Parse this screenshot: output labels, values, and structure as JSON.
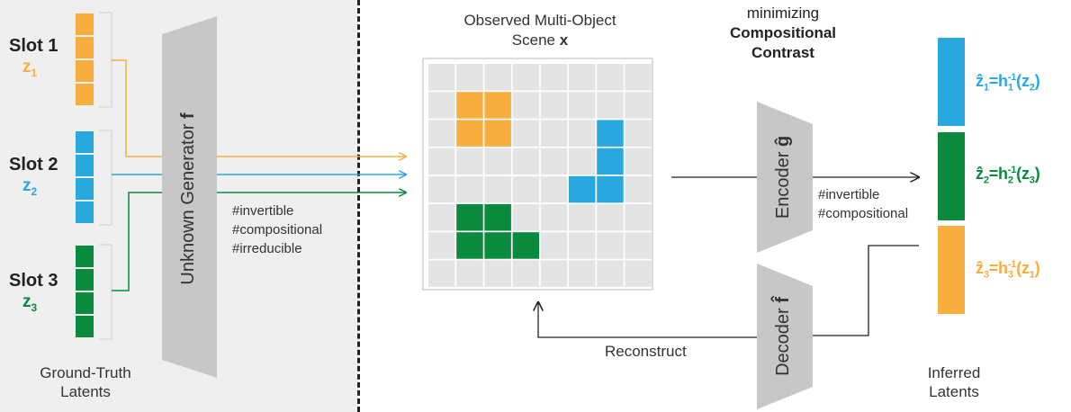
{
  "colors": {
    "orange": "#F7AE3F",
    "blue": "#29A8E0",
    "green": "#0A8A3C",
    "gray_shape": "#C7C7C7",
    "gray_cell": "#E4E4E4",
    "left_panel": "#EFEFEF",
    "dark": "#222222"
  },
  "left": {
    "slots": [
      {
        "name": "Slot 1",
        "latent": "z",
        "index": "1",
        "color": "#F7AE3F"
      },
      {
        "name": "Slot 2",
        "latent": "z",
        "index": "2",
        "color": "#29A8E0"
      },
      {
        "name": "Slot 3",
        "latent": "z",
        "index": "3",
        "color": "#0A8A3C"
      }
    ],
    "caption_line1": "Ground-Truth",
    "caption_line2": "Latents"
  },
  "generator": {
    "label": "Unknown Generator",
    "symbol": "f",
    "properties": [
      "#invertible",
      "#compositional",
      "#irreducible"
    ]
  },
  "scene": {
    "title_line1": "Observed Multi-Object",
    "title_line2": "Scene",
    "title_symbol": "x",
    "grid_size": 8,
    "cells": [
      {
        "row": 1,
        "col": 1,
        "obj": "orange"
      },
      {
        "row": 1,
        "col": 2,
        "obj": "orange"
      },
      {
        "row": 2,
        "col": 1,
        "obj": "orange"
      },
      {
        "row": 2,
        "col": 2,
        "obj": "orange"
      },
      {
        "row": 2,
        "col": 6,
        "obj": "blue"
      },
      {
        "row": 3,
        "col": 6,
        "obj": "blue"
      },
      {
        "row": 4,
        "col": 5,
        "obj": "blue"
      },
      {
        "row": 4,
        "col": 6,
        "obj": "blue"
      },
      {
        "row": 5,
        "col": 1,
        "obj": "green"
      },
      {
        "row": 5,
        "col": 2,
        "obj": "green"
      },
      {
        "row": 6,
        "col": 1,
        "obj": "green"
      },
      {
        "row": 6,
        "col": 2,
        "obj": "green"
      },
      {
        "row": 6,
        "col": 3,
        "obj": "green"
      }
    ]
  },
  "objective": {
    "line1": "minimizing",
    "line2": "Compositional",
    "line3": "Contrast"
  },
  "encoder": {
    "label": "Encoder",
    "symbol": "ĝ",
    "properties": [
      "#invertible",
      "#compositional"
    ]
  },
  "decoder": {
    "label": "Decoder",
    "symbol": "f̂"
  },
  "reconstruct_label": "Reconstruct",
  "inferred": {
    "caption_line1": "Inferred",
    "caption_line2": "Latents",
    "slots": [
      {
        "color": "#29A8E0",
        "lhs_index": "1",
        "h_index": "1",
        "h_sup": "-1",
        "rhs_index": "2"
      },
      {
        "color": "#0A8A3C",
        "lhs_index": "2",
        "h_index": "2",
        "h_sup": "-1",
        "rhs_index": "3"
      },
      {
        "color": "#F7AE3F",
        "lhs_index": "3",
        "h_index": "3",
        "h_sup": "-1",
        "rhs_index": "1"
      }
    ]
  }
}
